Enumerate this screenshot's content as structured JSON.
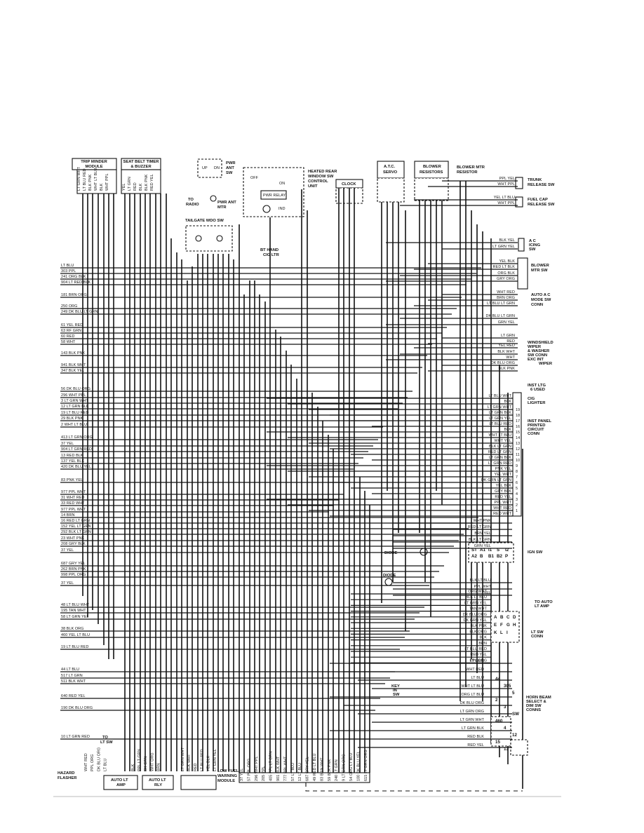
{
  "components": {
    "trip_minder": [
      "TRIP MINDER",
      "MODULE"
    ],
    "seat_belt": [
      "SEAT BELT TIMER",
      "& BUZZER"
    ],
    "pwr_ant_sw": [
      "PWR",
      "ANT",
      "SW"
    ],
    "to_radio": [
      "TO",
      "RADIO"
    ],
    "pwr_ant_mtr": [
      "PWR ANT",
      "MTR"
    ],
    "heated_rear": [
      "HEATED REAR",
      "WINDOW SW",
      "CONTROL",
      "UNIT"
    ],
    "pwr_relay": "PWR RELAY",
    "ind": "IND",
    "clock": "CLOCK",
    "atc_servo": [
      "A.T.C.",
      "SERVO"
    ],
    "blower_resistors": [
      "BLOWER",
      "RESISTORS"
    ],
    "blower_mtr_resistor": [
      "BLOWER MTR",
      "RESISTOR"
    ],
    "tailgate_wdo": "TAILGATE WDO SW",
    "cig_ltr": [
      "BT HAND",
      "CIG LTR"
    ],
    "trunk_release": [
      "TRUNK",
      "RELEASE SW"
    ],
    "fuel_cap": [
      "FUEL CAP",
      "RELEASE SW"
    ],
    "ac_icing": [
      "A C",
      "ICING",
      "SW"
    ],
    "blower_mtr_sw": [
      "BLOWER",
      "MTR SW"
    ],
    "auto_ac": [
      "AUTO A C",
      "MODE SW",
      "CONN"
    ],
    "windshield": [
      "WINDSHIELD",
      "WIPER",
      "& WASHER",
      "SW CONN",
      "EXC INT",
      "WIPER"
    ],
    "inst_ltg": [
      "INST LTG",
      "6 USED"
    ],
    "cig_lighter": [
      "CIG",
      "LIGHTER"
    ],
    "inst_panel": [
      "INST PANEL",
      "PRINTED",
      "CIRCUIT",
      "CONN"
    ],
    "diode1": "DIODE",
    "diode2": "DIODE",
    "ign_sw": "IGN SW",
    "to_auto_lt": [
      "TO AUTO",
      "LT AMP"
    ],
    "lt_sw_conn": [
      "LT SW",
      "CONN"
    ],
    "key_in_sw": [
      "KEY",
      "IN",
      "SW"
    ],
    "horn_beam": [
      "HORN BEAM",
      "SELECT &",
      "DIM SW",
      "CONNS"
    ],
    "hazard": [
      "HAZARD",
      "FLASHER"
    ],
    "to_lt_sw": [
      "TO",
      "LT SW"
    ],
    "auto_lt_amp": [
      "AUTO  LT",
      "AMP"
    ],
    "auto_lt_rly": [
      "AUTO LT",
      "RLY"
    ],
    "low_fuel": [
      "LOW FUEL",
      "WARNING",
      "MODULE"
    ],
    "switch_labels": {
      "off": "OFF",
      "on": "ON",
      "up": "UP",
      "dn": "DN"
    }
  },
  "left_wires": [
    "LT BLU",
    "303  PPL",
    "241  ORG BLK",
    "904 LT RED BLK",
    "181  BRN ORG",
    "250  ORG",
    "249  DK BLU LT GRN",
    "61  YEL RED",
    "63  RF GRN",
    "60  RED",
    "58  WHT",
    "143  BLK PNK",
    "941  BLK WHT",
    "347  BLK YEL",
    "56  DK BLU ORG",
    "296  WHT PPL",
    "3  LT GRN WHT",
    "12  LT GRN BLK",
    "19  LT BLU RED",
    "29  BLK PNK",
    "2  WHT LT BLU",
    "413  LT GRN ORG",
    "37  YEL",
    "904  LT GRN RED",
    "13  RED BLK",
    "137  YEL BLK",
    "420  DK BLU YEL",
    "83  PNK YEL",
    "977  PPL WHT",
    "31  WHT RED",
    "33  RED WHT",
    "977  PPL WHT",
    "14  BRN",
    "16  RED LT GRN",
    "152  YEL LT GRN",
    "292  BLK LT GRN",
    "23  WHT PNK",
    "208  GRY BLK",
    "37  YEL",
    "687  GRY YEL",
    "262  BRN PNK",
    "998  PPL ORG",
    "37  YEL",
    "48  LT BLU WHT",
    "195  TAN WHT",
    "58  LT GRN YEL",
    "38  BLK ORG",
    "460  YEL LT BLU",
    "19  LT BLU RED",
    "44  LT BLU",
    "517  LT GRN",
    "511  BLK WHT",
    "640  RED YEL",
    "190  DK BLU ORG",
    "10  LT GRN RED"
  ],
  "right_wires_top": [
    "PPL YEL",
    "WHT PPL",
    "YEL LT BLU",
    "WHT PPL",
    "BLK YEL",
    "LT GRN YEL",
    "YEL BLK",
    "RED LT BLK",
    "ORG BLK",
    "GRY ORG",
    "WHT RED",
    "BRN ORG",
    "LT BLU LT GRN",
    "DK BLU LT GRN",
    "GRN YEL",
    "LT GRN",
    "RED",
    "YEL RED",
    "BLK WHT",
    "WHT",
    "DK BLU ORG",
    "BLK PNK"
  ],
  "inst_panel_wires": [
    "LT BLU WHT",
    "BLK",
    "LT GRN WHT",
    "LT GRN BLK",
    "LT GRN YEL",
    "LT BLU RED",
    "BLK",
    "WHT LT BLU",
    "WHT YEL",
    "BLK LT GRN",
    "RED LT GRN",
    "LT GRN BLK",
    "LT GRN RED",
    "PNK YEL",
    "YEL WHT",
    "DK GRN LT GRN",
    "YEL BLK",
    "GRY BLK",
    "RED YEL",
    "PPL WHT",
    "WHT RED",
    "RED WHT"
  ],
  "inst_panel_pins": [
    "19",
    "18",
    "17",
    "16",
    "15",
    "14",
    "13",
    "12",
    "11",
    "10",
    "9",
    "8",
    "7",
    "6",
    "5",
    "4",
    "3",
    "2",
    "1"
  ],
  "ign_wires": [
    "WHT PNK",
    "RED LT GRN",
    "BRN YEL",
    "BLK LT GRN",
    "GRN YEL",
    "BLK LT BLU",
    "PPL WHT",
    "YEL"
  ],
  "ign_pins": [
    "ST",
    "A1",
    "I1",
    "S",
    "I2",
    "A2",
    "B",
    "B1",
    "B2",
    "P"
  ],
  "lt_sw_wires": [
    "ORG WHT",
    "BLK LT BLU",
    "LT GRN YEL",
    "TAN WHT",
    "DK BLU ORG",
    "DK GRN YEL",
    "BLK PNK",
    "BLK ORG",
    "BLK",
    "BRN",
    "LT BLU RED",
    "RED YEL",
    "PPL ORG"
  ],
  "lt_sw_pins": [
    "A",
    "B",
    "C",
    "D",
    "E",
    "F",
    "G",
    "H",
    "K",
    "L",
    "I"
  ],
  "horn_wires": [
    "LT GRN",
    "WHT RED",
    "LT BLU",
    "WHT LT BLU",
    "ORG LT BLU",
    "DK BLU ORG",
    "LT GRN ORG",
    "LT GRN WHT",
    "LT GRN BLK",
    "RED BLK",
    "RED YEL"
  ],
  "horn_pins": [
    "44",
    "305",
    "5",
    "2",
    "3",
    "SW",
    "460",
    "4",
    "12",
    "15",
    "13"
  ],
  "trip_minder_pins": [
    "LT GRN WHT",
    "LT BLU RED",
    "BLK PNK",
    "WHT LT BLU",
    "BLK",
    "WHT PPL"
  ],
  "seat_belt_pins": [
    "YEL",
    "LT GRN",
    "RED",
    "BLK",
    "BLK PNK",
    "RED YEL"
  ],
  "bottom_connector_wires": [
    "37 YEL",
    "57 PPL ORG",
    "296 WHT PPL",
    "205 PPL",
    "405 PPL LT GRN",
    "901 BLK WHT",
    "777 PPL WHT",
    "57 LT BLU",
    "12 LT BLU",
    "687 GRY YEL",
    "49 RED LT BLU",
    "83 BRN WHT",
    "59 BLK PNK",
    "240 LT GRN",
    "9 LT GRN ORG",
    "54 ORG LT BLU",
    "100 DK BLU YEL",
    "615 LT GRN ORG"
  ],
  "bottom_left_wires": [
    "WHT RED",
    "PPL ORG",
    "DK BLU ORG",
    "LT BLU",
    "BLK",
    "PPL LT GRN",
    "DK GRN",
    "WHT ORG",
    "BRN",
    "LT GRN WHT",
    "BLK WHT",
    "RED",
    "LT BLU RED",
    "YEL BLK",
    "LT GRN YEL"
  ]
}
